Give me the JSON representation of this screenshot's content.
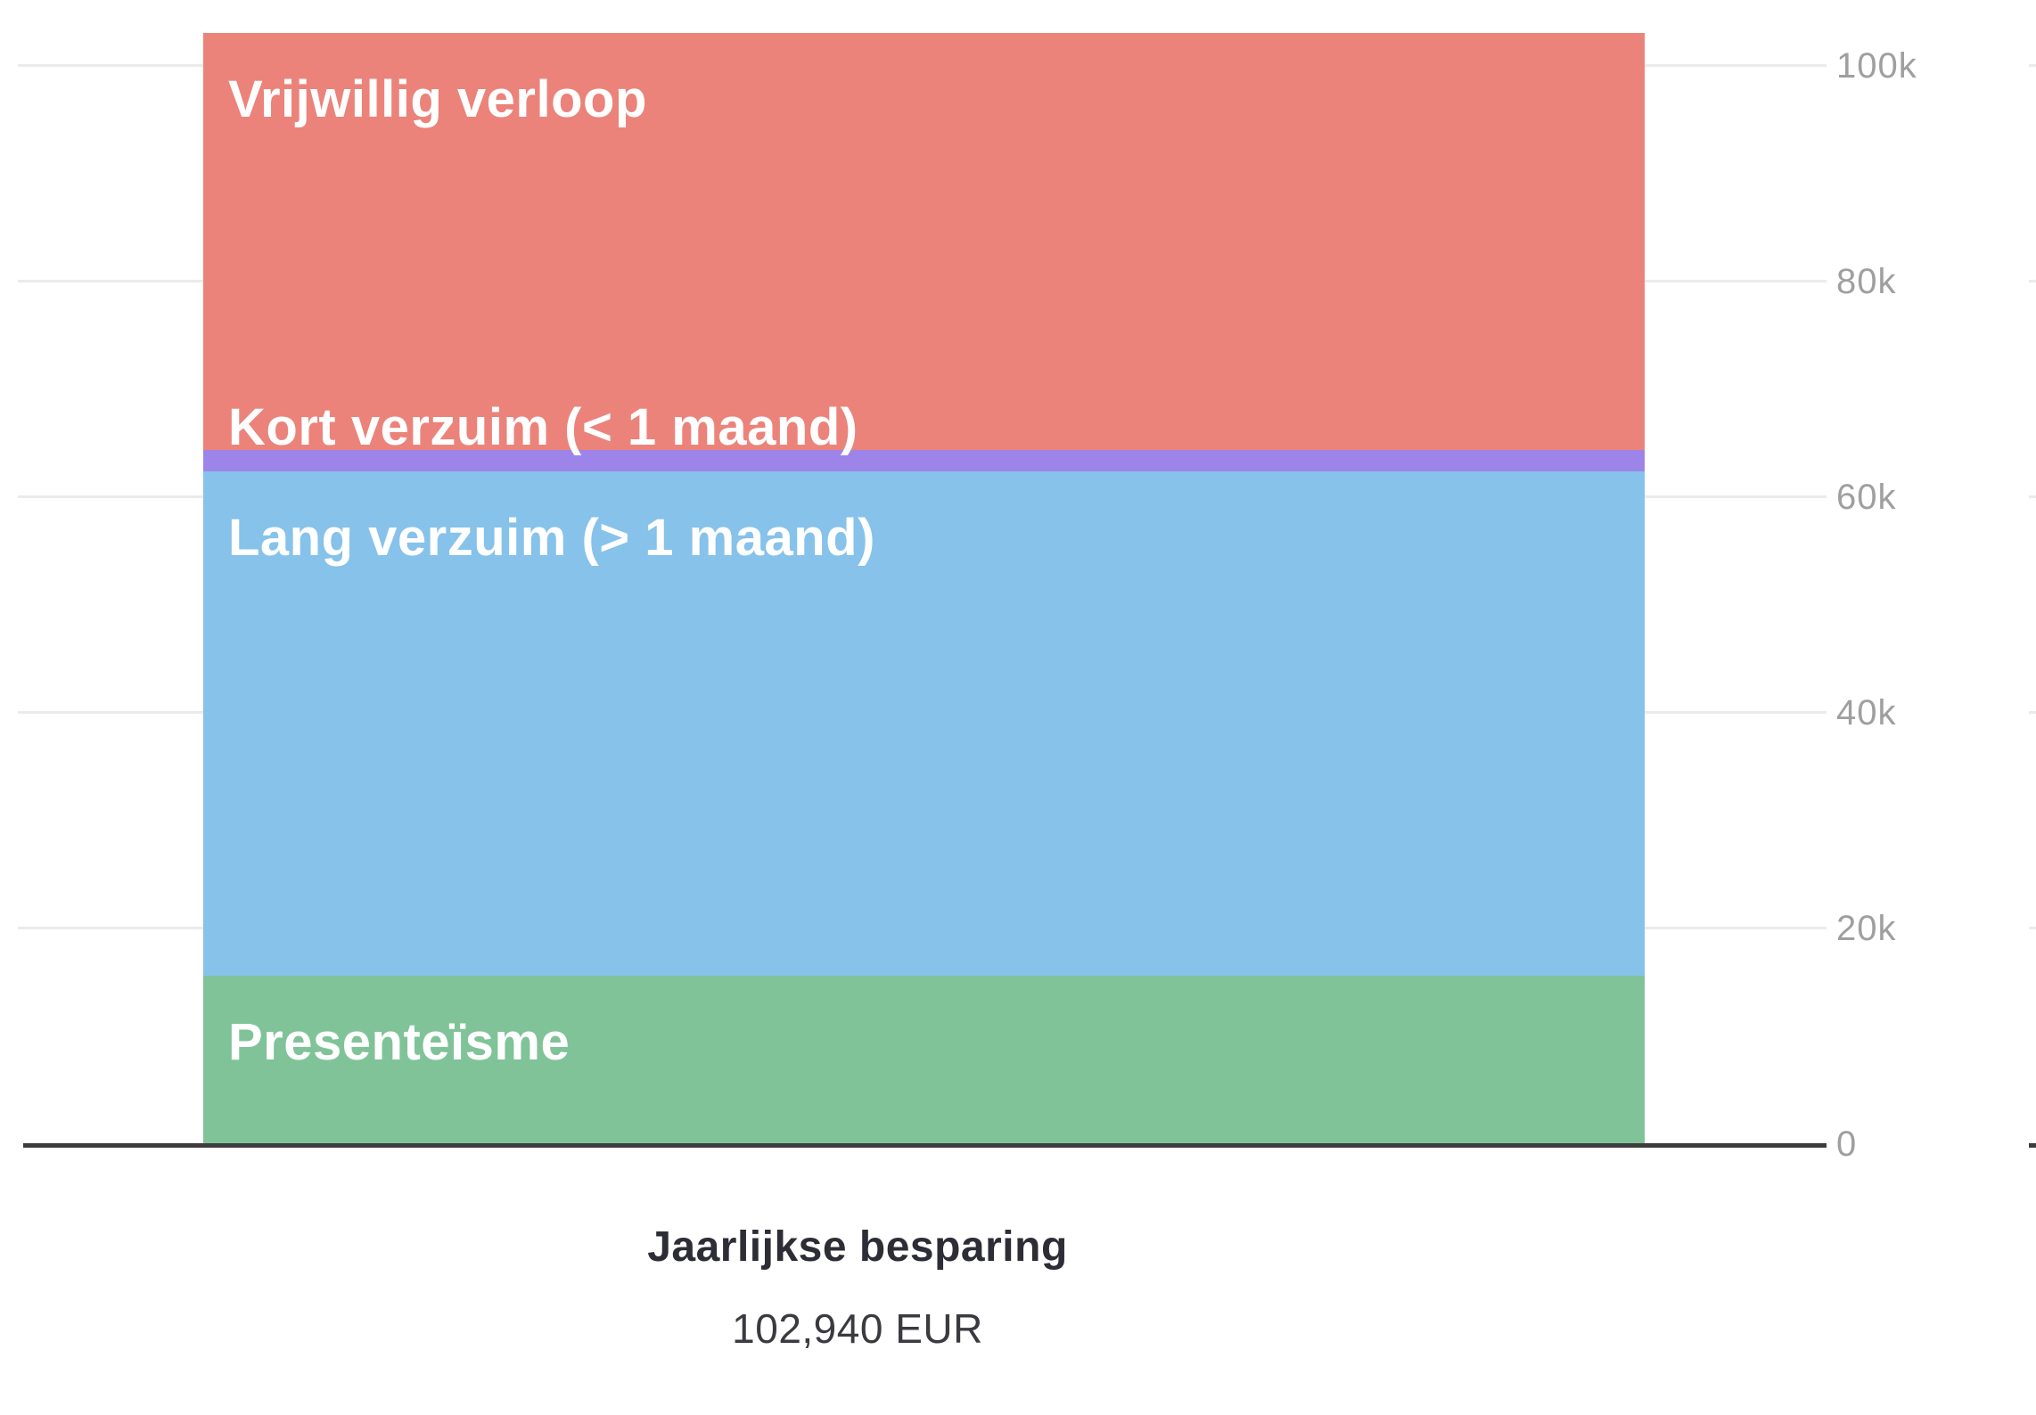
{
  "chart_data": {
    "type": "bar",
    "stacked": true,
    "orientation": "vertical",
    "title": "",
    "xlabel": "",
    "ylabel": "",
    "categories": [
      "Jaarlijkse besparing"
    ],
    "total_label": "102,940 EUR",
    "total_value": 102940,
    "currency": "EUR",
    "series_order": "bottom-to-top",
    "series": [
      {
        "name": "Presenteïsme",
        "values": [
          15500
        ],
        "color": "#80C399",
        "label_position": "inside-top"
      },
      {
        "name": "Lang verzuim (> 1 maand)",
        "values": [
          46800
        ],
        "color": "#86C2EA",
        "label_position": "inside-top"
      },
      {
        "name": "Kort verzuim (< 1 maand)",
        "values": [
          2000
        ],
        "color": "#9D84E8",
        "label_position": "above"
      },
      {
        "name": "Vrijwillig verloop",
        "values": [
          38640
        ],
        "color": "#EB837A",
        "label_position": "inside-top"
      }
    ],
    "ylim": [
      0,
      100000
    ],
    "yticks": [
      {
        "label": "100k",
        "value": 100000
      },
      {
        "label": "80k",
        "value": 80000
      },
      {
        "label": "60k",
        "value": 60000
      },
      {
        "label": "40k",
        "value": 40000
      },
      {
        "label": "20k",
        "value": 20000
      },
      {
        "label": "0",
        "value": 0
      }
    ],
    "grid": true,
    "legend": "none (labels drawn on segments)",
    "label_text_color": "#ffffff",
    "axis_label_color": "#9f9f9f",
    "gridline_color": "#ebebeb",
    "axis_line_color": "#3d3d3d"
  }
}
